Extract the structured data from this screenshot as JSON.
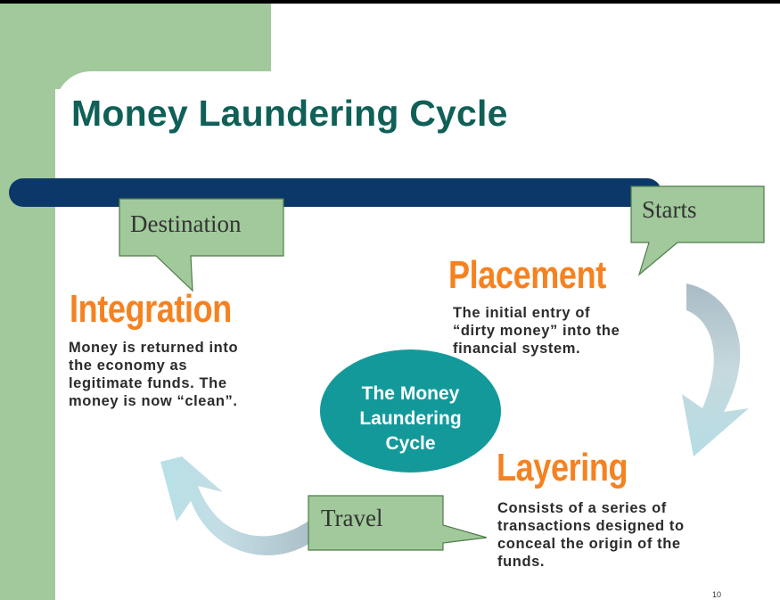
{
  "slide": {
    "title": "Money Laundering Cycle",
    "page_number": "10"
  },
  "callouts": {
    "destination": "Destination",
    "starts": "Starts",
    "travel": "Travel"
  },
  "stages": {
    "integration": {
      "heading": "Integration",
      "lines": [
        "Money is returned into",
        "the economy as",
        "legitimate funds. The",
        "money is now “clean”."
      ]
    },
    "placement": {
      "heading": "Placement",
      "lines": [
        "The initial entry of",
        "“dirty money” into the",
        "financial system."
      ]
    },
    "layering": {
      "heading": "Layering",
      "lines": [
        "Consists of a series of",
        "transactions designed to",
        "conceal the origin of the",
        "funds."
      ]
    }
  },
  "center": {
    "lines": [
      "The Money",
      "Laundering",
      "Cycle"
    ]
  },
  "colors": {
    "title": "#0f6057",
    "stage_heading": "#f58220",
    "center_fill": "#14999a",
    "divider": "#0b3868",
    "callout_fill": "#a1c99b",
    "side_green": "#a1c99b"
  }
}
